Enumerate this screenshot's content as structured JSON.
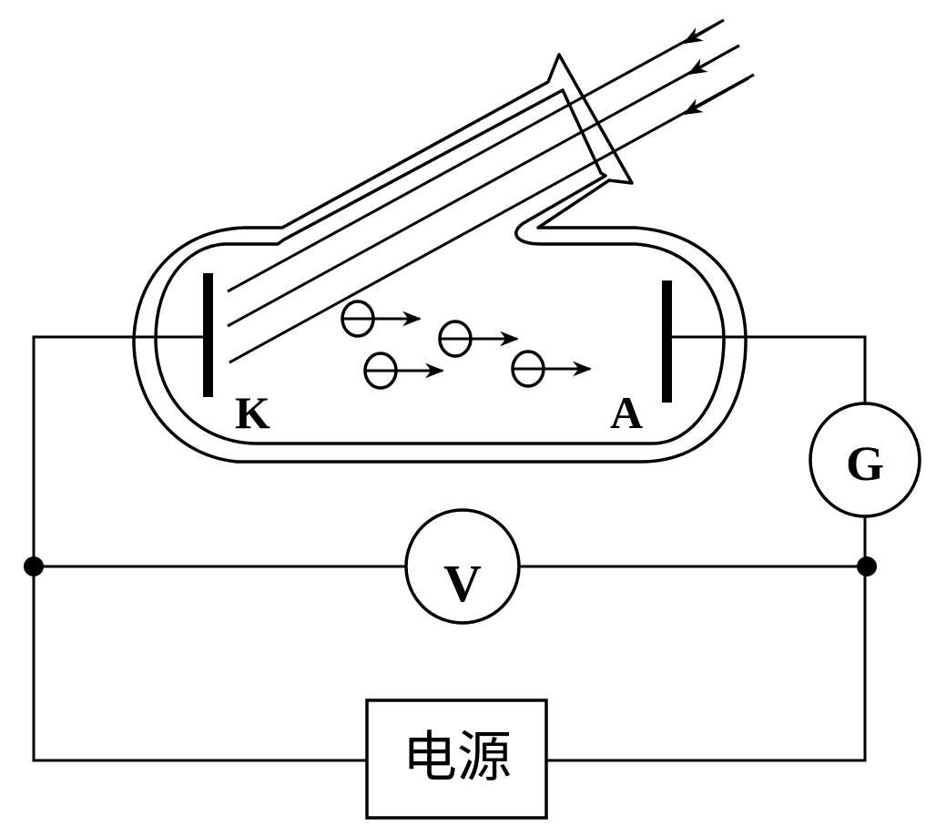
{
  "diagram": {
    "cathode_label": "K",
    "anode_label": "A",
    "galvanometer_label": "G",
    "voltmeter_label": "V",
    "power_supply_label": "电源",
    "electron_count": 4,
    "light_ray_count": 3,
    "colors": {
      "stroke": "#000000",
      "background": "#ffffff"
    }
  }
}
